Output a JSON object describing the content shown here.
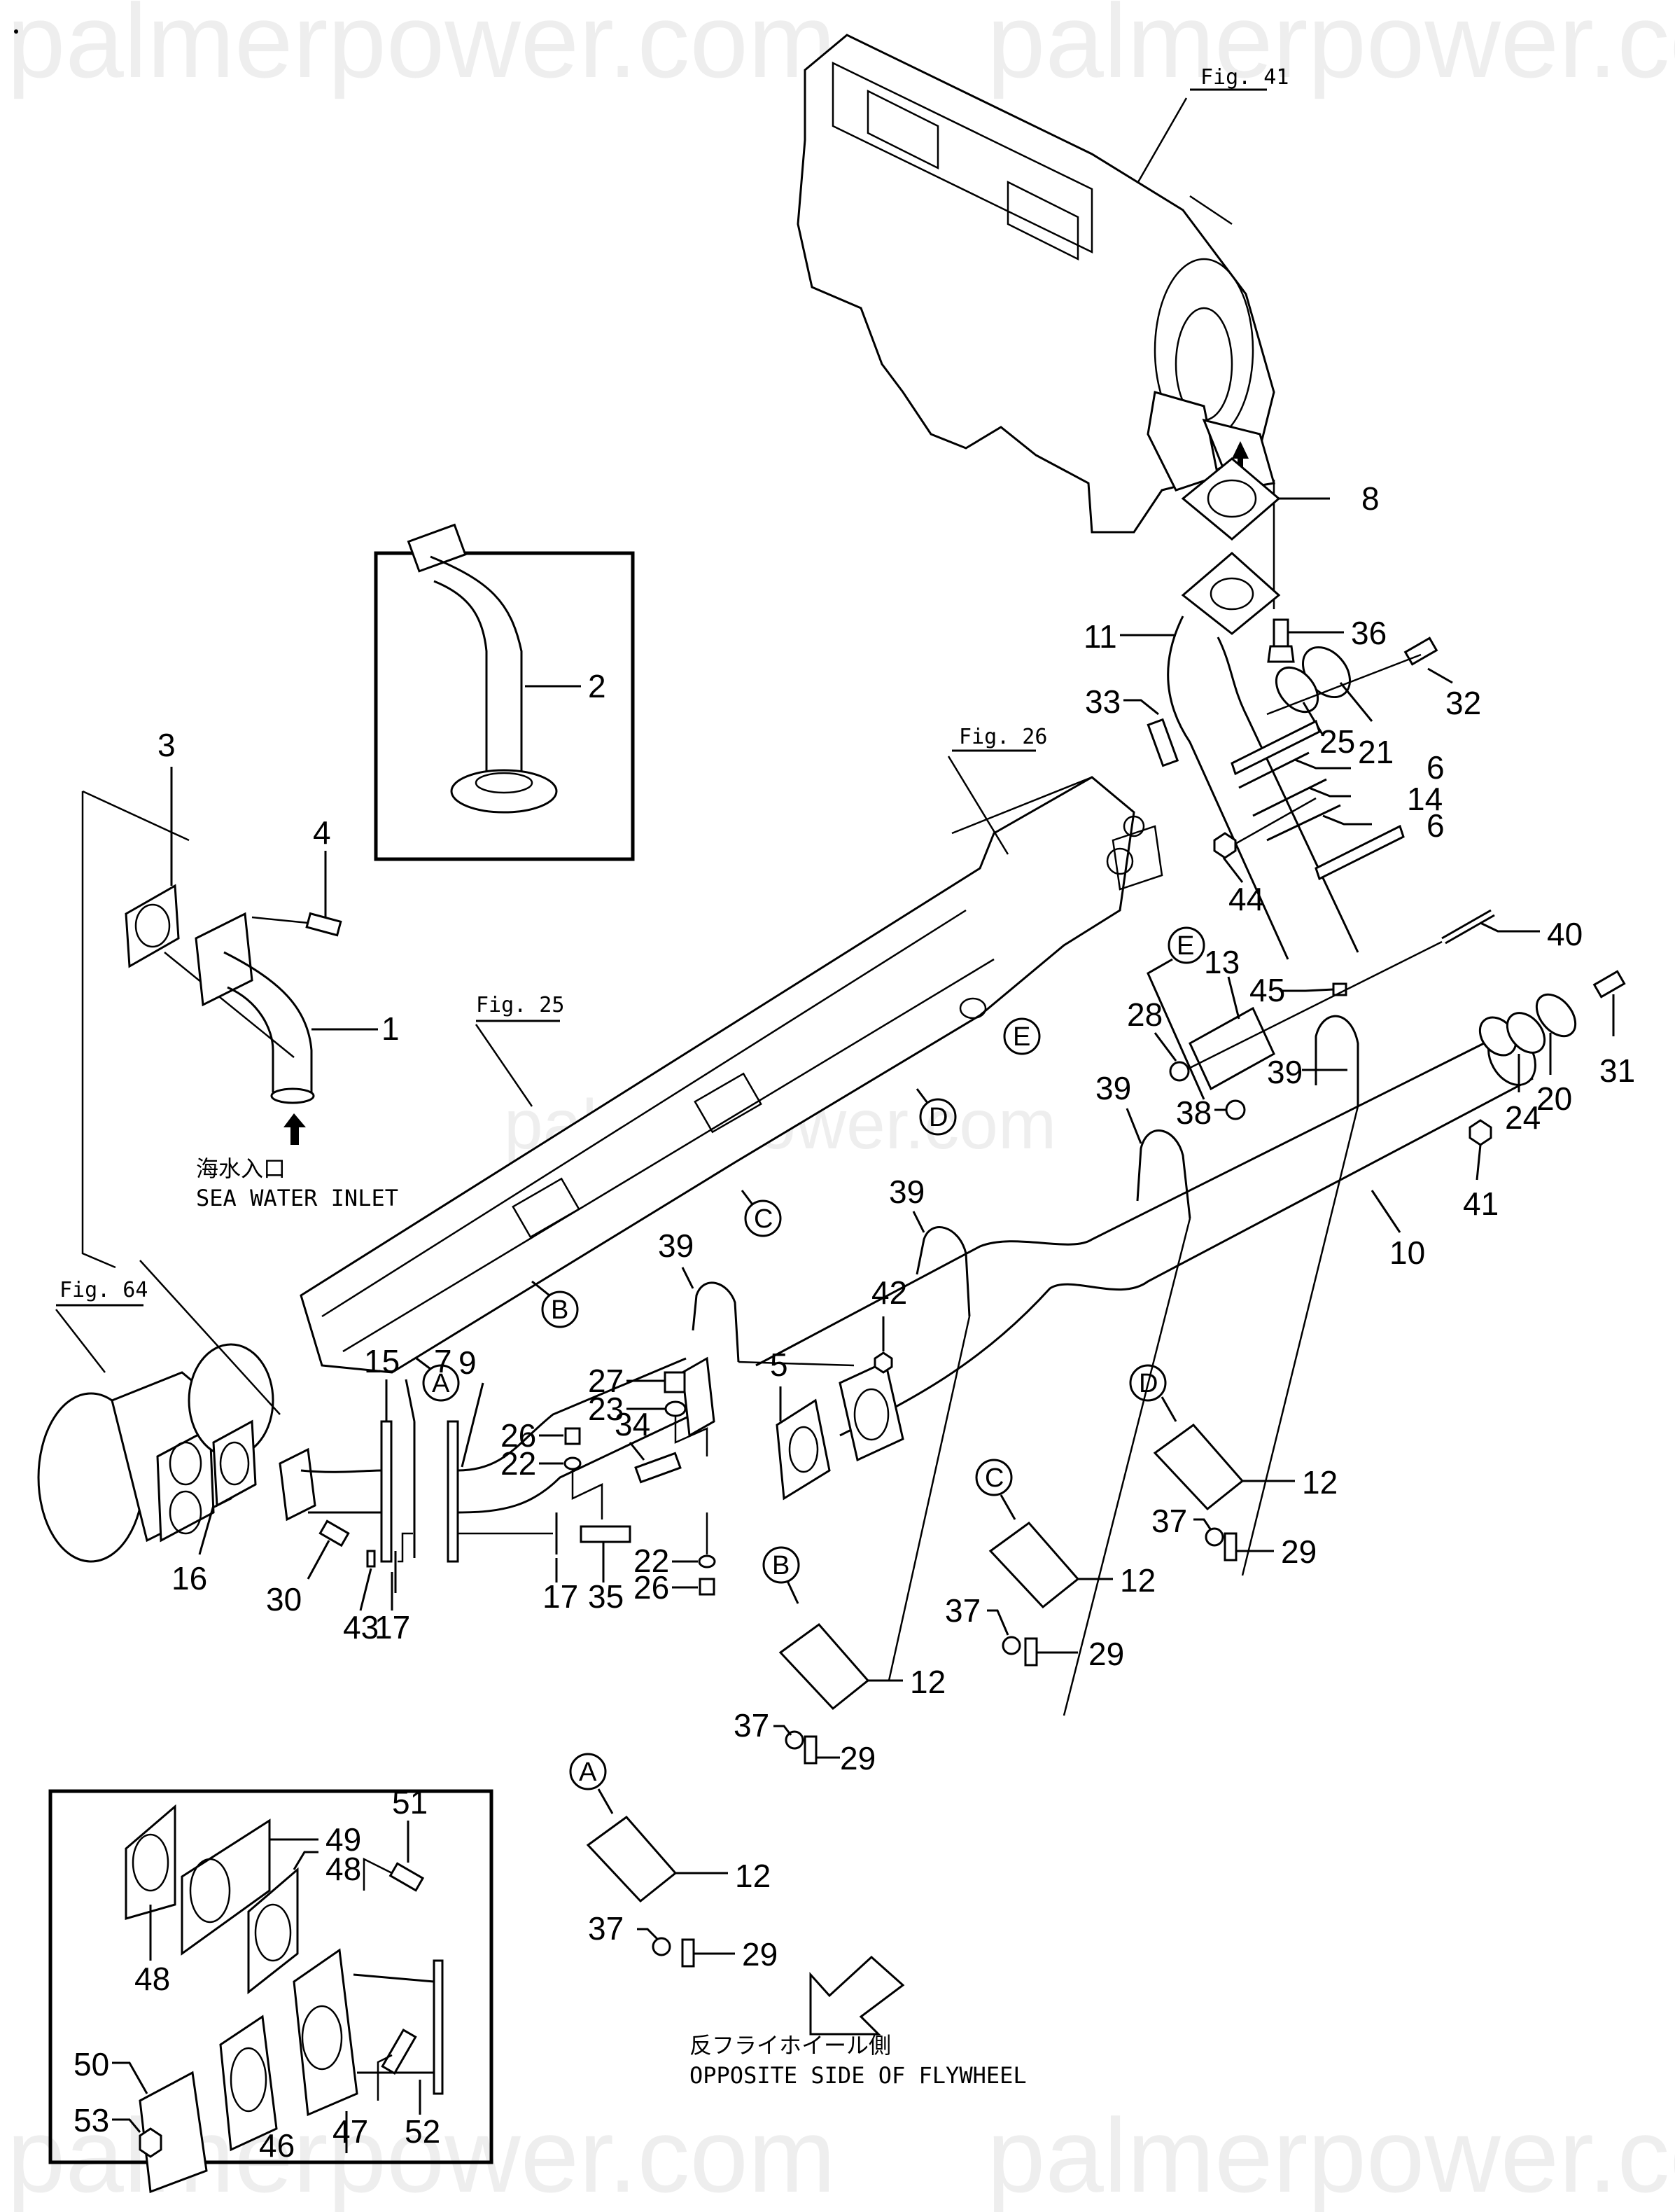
{
  "watermark": "palmerpower.com",
  "figure_refs": {
    "fig41": "Fig. 41",
    "fig26": "Fig. 26",
    "fig25": "Fig. 25",
    "fig64": "Fig. 64"
  },
  "captions": {
    "sea_water_inlet_jp": "海水入口",
    "sea_water_inlet_en": "SEA WATER INLET",
    "flywheel_opposite_jp": "反フライホイール側",
    "flywheel_opposite_en": "OPPOSITE SIDE OF FLYWHEEL"
  },
  "section_markers": [
    "A",
    "B",
    "C",
    "D",
    "E"
  ],
  "callouts": {
    "p1": "1",
    "p2": "2",
    "p3": "3",
    "p4": "4",
    "p5": "5",
    "p6a": "6",
    "p6b": "6",
    "p7": "7",
    "p8": "8",
    "p9": "9",
    "p10": "10",
    "p11": "11",
    "p12a": "12",
    "p12b": "12",
    "p12c": "12",
    "p12d": "12",
    "p13": "13",
    "p14": "14",
    "p15": "15",
    "p16": "16",
    "p17a": "17",
    "p17b": "17",
    "p20": "20",
    "p21": "21",
    "p22a": "22",
    "p22b": "22",
    "p23": "23",
    "p24": "24",
    "p25": "25",
    "p26a": "26",
    "p26b": "26",
    "p27": "27",
    "p28": "28",
    "p29a": "29",
    "p29b": "29",
    "p29c": "29",
    "p29d": "29",
    "p30": "30",
    "p31": "31",
    "p32": "32",
    "p33": "33",
    "p34": "34",
    "p35": "35",
    "p36": "36",
    "p37a": "37",
    "p37b": "37",
    "p37c": "37",
    "p37d": "37",
    "p38": "38",
    "p39a": "39",
    "p39b": "39",
    "p39c": "39",
    "p39d": "39",
    "p40": "40",
    "p41": "41",
    "p42": "42",
    "p43": "43",
    "p44": "44",
    "p45": "45",
    "p46": "46",
    "p47": "47",
    "p48a": "48",
    "p48b": "48",
    "p49": "49",
    "p50": "50",
    "p51": "51",
    "p52": "52",
    "p53": "53"
  }
}
